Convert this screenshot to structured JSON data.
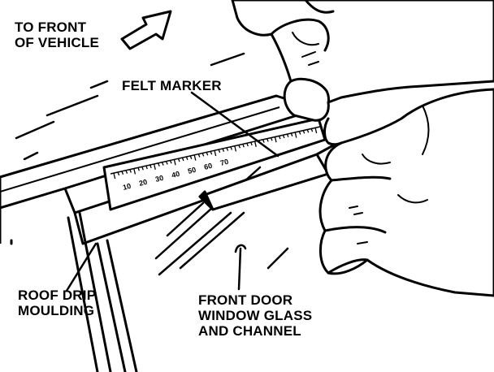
{
  "labels": {
    "front_of_vehicle": [
      "TO FRONT",
      "OF VEHICLE"
    ],
    "felt_marker": "FELT MARKER",
    "roof_drip_moulding": [
      "ROOF DRIP",
      "MOULDING"
    ],
    "front_door_glass": [
      "FRONT DOOR",
      "WINDOW GLASS",
      "AND CHANNEL"
    ]
  },
  "ruler": {
    "scale_numbers": [
      "10",
      "20",
      "30",
      "40",
      "50",
      "60",
      "70"
    ]
  },
  "colors": {
    "ink": "#000000",
    "paper": "#ffffff"
  }
}
